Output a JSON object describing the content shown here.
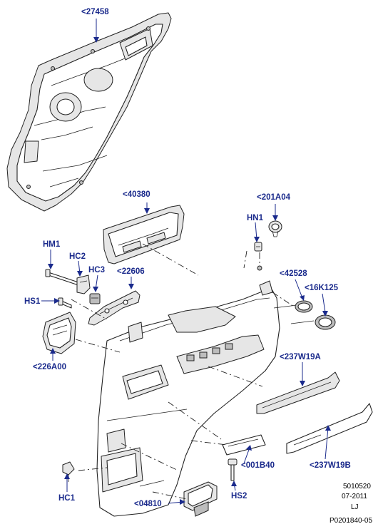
{
  "callouts": {
    "c27458": "<27458",
    "c40380": "<40380",
    "c201A04": "<201A04",
    "hn1": "HN1",
    "hm1": "HM1",
    "hc2": "HC2",
    "hc3": "HC3",
    "c22606": "<22606",
    "c42528": "<42528",
    "c16K125": "<16K125",
    "hs1": "HS1",
    "c226A00": "<226A00",
    "c237W19A": "<237W19A",
    "c237W19B": "<237W19B",
    "c001B40": "<001B40",
    "hc1": "HC1",
    "hs2": "HS2",
    "c04810": "<04810"
  },
  "reference": {
    "code": "5010520",
    "date": "07-2011",
    "initials": "LJ",
    "drawing_number": "P0201840-05"
  },
  "colors": {
    "callout": "#1a2a8c",
    "line": "#222222",
    "shade": "#e6e6e6",
    "background": "#ffffff"
  }
}
